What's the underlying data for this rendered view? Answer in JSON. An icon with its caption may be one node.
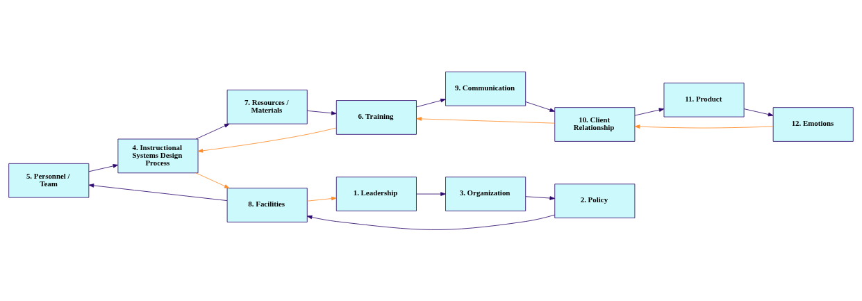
{
  "diagram": {
    "nodes": [
      {
        "text": [
          "5. Personnel / Team"
        ]
      },
      {
        "text": [
          "7. Resources / Materials"
        ]
      },
      {
        "text": [
          "4. Instructional Systems Design Process"
        ]
      },
      {
        "text": [
          "1. Leadership"
        ]
      },
      {
        "text": [
          "8. Facilities"
        ]
      },
      {
        "text": [
          "6. Training"
        ]
      },
      {
        "text": [
          "11. Product"
        ]
      },
      {
        "text": [
          "10. Client Relationship"
        ]
      },
      {
        "text": [
          "3. Organization"
        ]
      },
      {
        "text": [
          "2. Policy"
        ]
      },
      {
        "text": [
          "9. Communication"
        ]
      },
      {
        "text": [
          "12. Emotions"
        ]
      }
    ],
    "edges": [
      {
        "from": 0,
        "to": 2,
        "arrow": "to"
      },
      {
        "from": 2,
        "to": 1,
        "arrow": "to"
      },
      {
        "from": 2,
        "to": 4,
        "arrow": "to",
        "color": "#ff8c28"
      },
      {
        "from": 4,
        "to": 3,
        "arrow": "to",
        "color": "#ff8c28"
      },
      {
        "from": 4,
        "to": 0,
        "arrow": "to"
      },
      {
        "from": 3,
        "to": 8,
        "arrow": "to"
      },
      {
        "from": 8,
        "to": 9,
        "arrow": "to"
      },
      {
        "from": 9,
        "to": 4,
        "arrow": "to"
      },
      {
        "from": 1,
        "to": 5,
        "arrow": "to"
      },
      {
        "from": 5,
        "to": 2,
        "arrow": "to",
        "color": "#ff8c28"
      },
      {
        "from": 5,
        "to": 10,
        "arrow": "to"
      },
      {
        "from": 10,
        "to": 7,
        "arrow": "to"
      },
      {
        "from": 7,
        "to": 5,
        "arrow": "to",
        "color": "#ff8c28"
      },
      {
        "from": 7,
        "to": 6,
        "arrow": "to"
      },
      {
        "from": 6,
        "to": 11,
        "arrow": "to"
      },
      {
        "from": 11,
        "to": 7,
        "arrow": "to",
        "color": "#ff8c28"
      }
    ]
  }
}
